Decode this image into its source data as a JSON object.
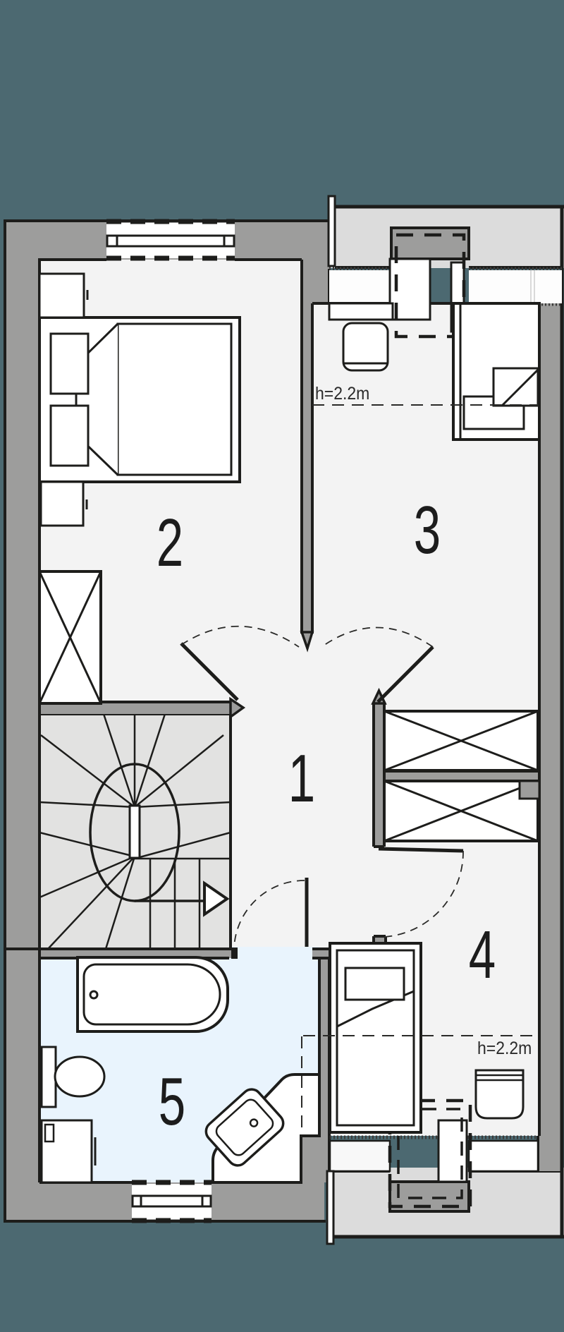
{
  "plan": {
    "type": "floor-plan",
    "rooms": [
      {
        "label": "1"
      },
      {
        "label": "2"
      },
      {
        "label": "3"
      },
      {
        "label": "4"
      },
      {
        "label": "5"
      }
    ],
    "annotations": {
      "room3_height": "h=2.2m",
      "room4_height": "h=2.2m"
    },
    "colors": {
      "background": "#4c6971",
      "wall": "#9d9d9c",
      "floor": "#f3f3f3",
      "stairs": "#e2e2e1",
      "bath": "#e9f4fd",
      "adjacent": "#dcdcdc",
      "outline": "#1d1d1b",
      "label": "#1c1c1c"
    }
  }
}
